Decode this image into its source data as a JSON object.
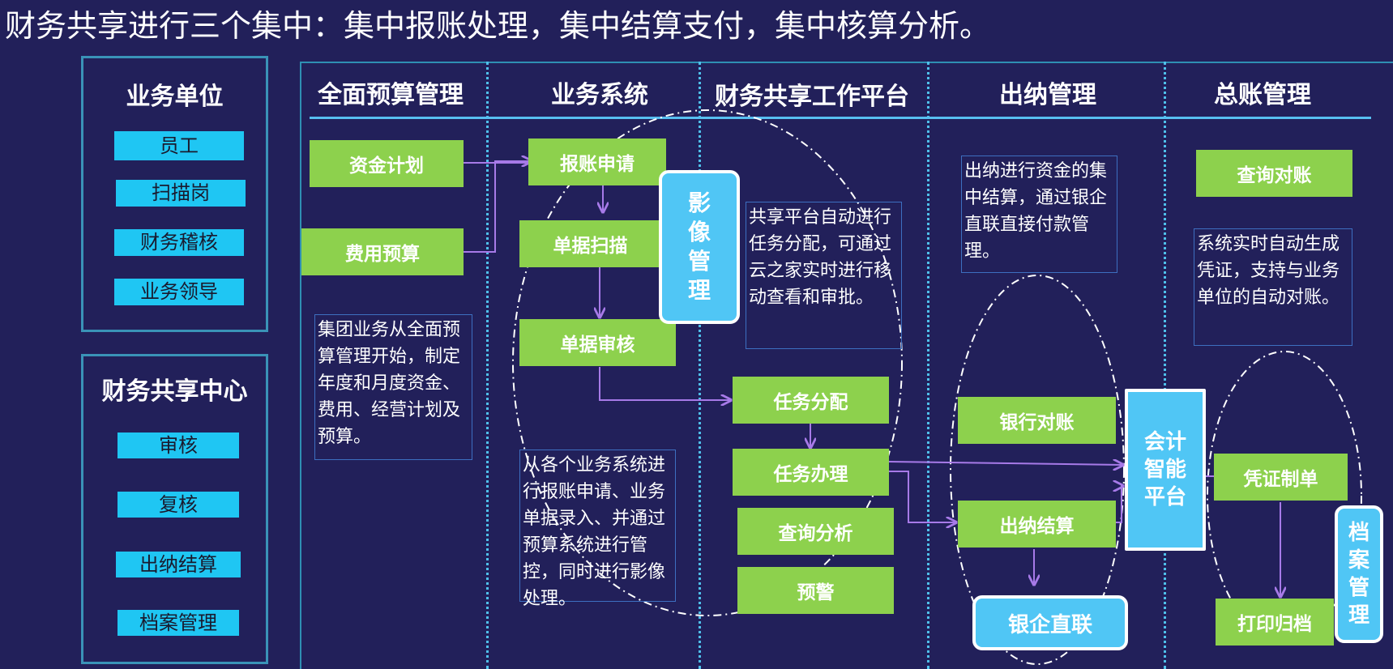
{
  "title": "财务共享进行三个集中：集中报账处理，集中结算支付，集中核算分析。",
  "left": {
    "business_units": {
      "heading": "业务单位",
      "items": [
        "员工",
        "扫描岗",
        "财务稽核",
        "业务领导"
      ]
    },
    "shared_center": {
      "heading": "财务共享中心",
      "items": [
        "审核",
        "复核",
        "出纳结算",
        "档案管理"
      ]
    }
  },
  "columns": {
    "budget": "全面预算管理",
    "business": "业务系统",
    "platform": "财务共享工作平台",
    "cashier": "出纳管理",
    "ledger": "总账管理"
  },
  "boxes": {
    "fund_plan": "资金计划",
    "expense_budget": "费用预算",
    "claim": "报账申请",
    "scan": "单据扫描",
    "review": "单据审核",
    "image_mgmt": "影像管理",
    "task_assign": "任务分配",
    "task_handle": "任务办理",
    "query_analysis": "查询分析",
    "warning": "预警",
    "bank_recon": "银行对账",
    "cashier_settle": "出纳结算",
    "bank_direct": "银企直联",
    "accounting_platform": "会计智能平台",
    "query_recon": "查询对账",
    "voucher": "凭证制单",
    "print_archive": "打印归档",
    "archive_mgmt": "档案管理"
  },
  "notes": {
    "budget": "集团业务从全面预算管理开始，制定年度和月度资金、费用、经营计划及预算。",
    "business": "从各个业务系统进行报账申请、业务单据录入、并通过预算系统进行管控，同时进行影像处理。",
    "platform": "共享平台自动进行任务分配，可通过云之家实时进行移动查看和审批。",
    "cashier": "出纳进行资金的集中结算，通过银企直联直接付款管理。",
    "ledger": "系统实时自动生成凭证，支持与业务单位的自动对账。"
  },
  "colors": {
    "background": "#22205a",
    "green": "#8dd14d",
    "cyan": "#1fc6f3",
    "arrow": "#a77ae8"
  }
}
